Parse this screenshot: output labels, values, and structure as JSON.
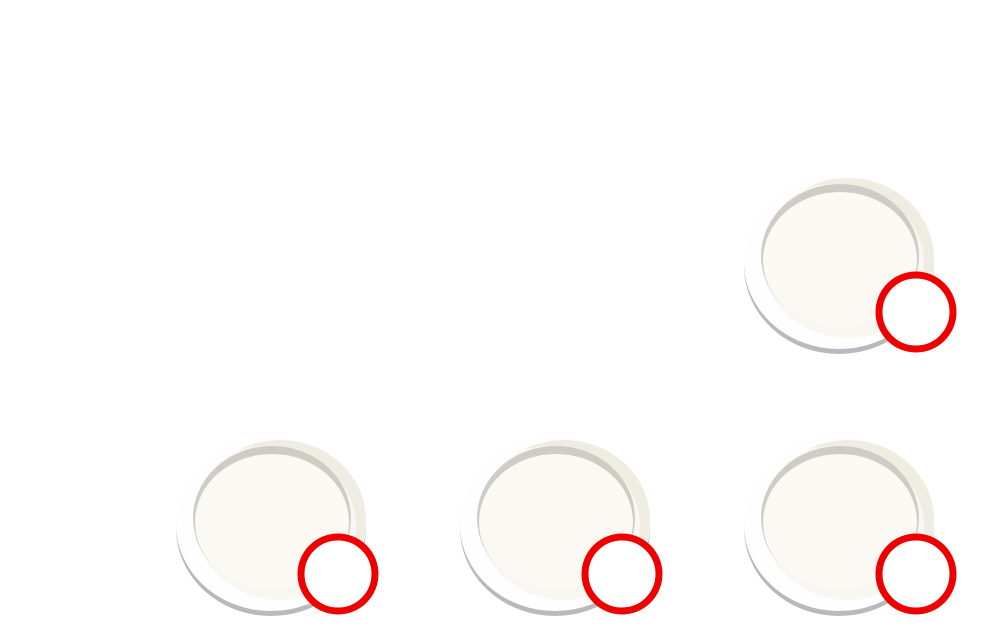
{
  "colors": {
    "background": "#ffffff",
    "plate_rim": "#fefefe",
    "plate_rim_shade": "#efede2",
    "plate_shadow": "#b9b9bb",
    "plate_well_edge": "#cfccc6",
    "plate_well": "#fbf9f3",
    "marker_ring": "#ee0000",
    "marker_fill": "#ffffff"
  },
  "plates": [
    {
      "icon": "plate-icon",
      "marker": "ring-marker",
      "selected": false
    },
    {
      "icon": "plate-icon",
      "marker": "ring-marker",
      "selected": false
    },
    {
      "icon": "plate-icon",
      "marker": "ring-marker",
      "selected": false
    },
    {
      "icon": "plate-icon",
      "marker": "ring-marker",
      "selected": false
    }
  ]
}
